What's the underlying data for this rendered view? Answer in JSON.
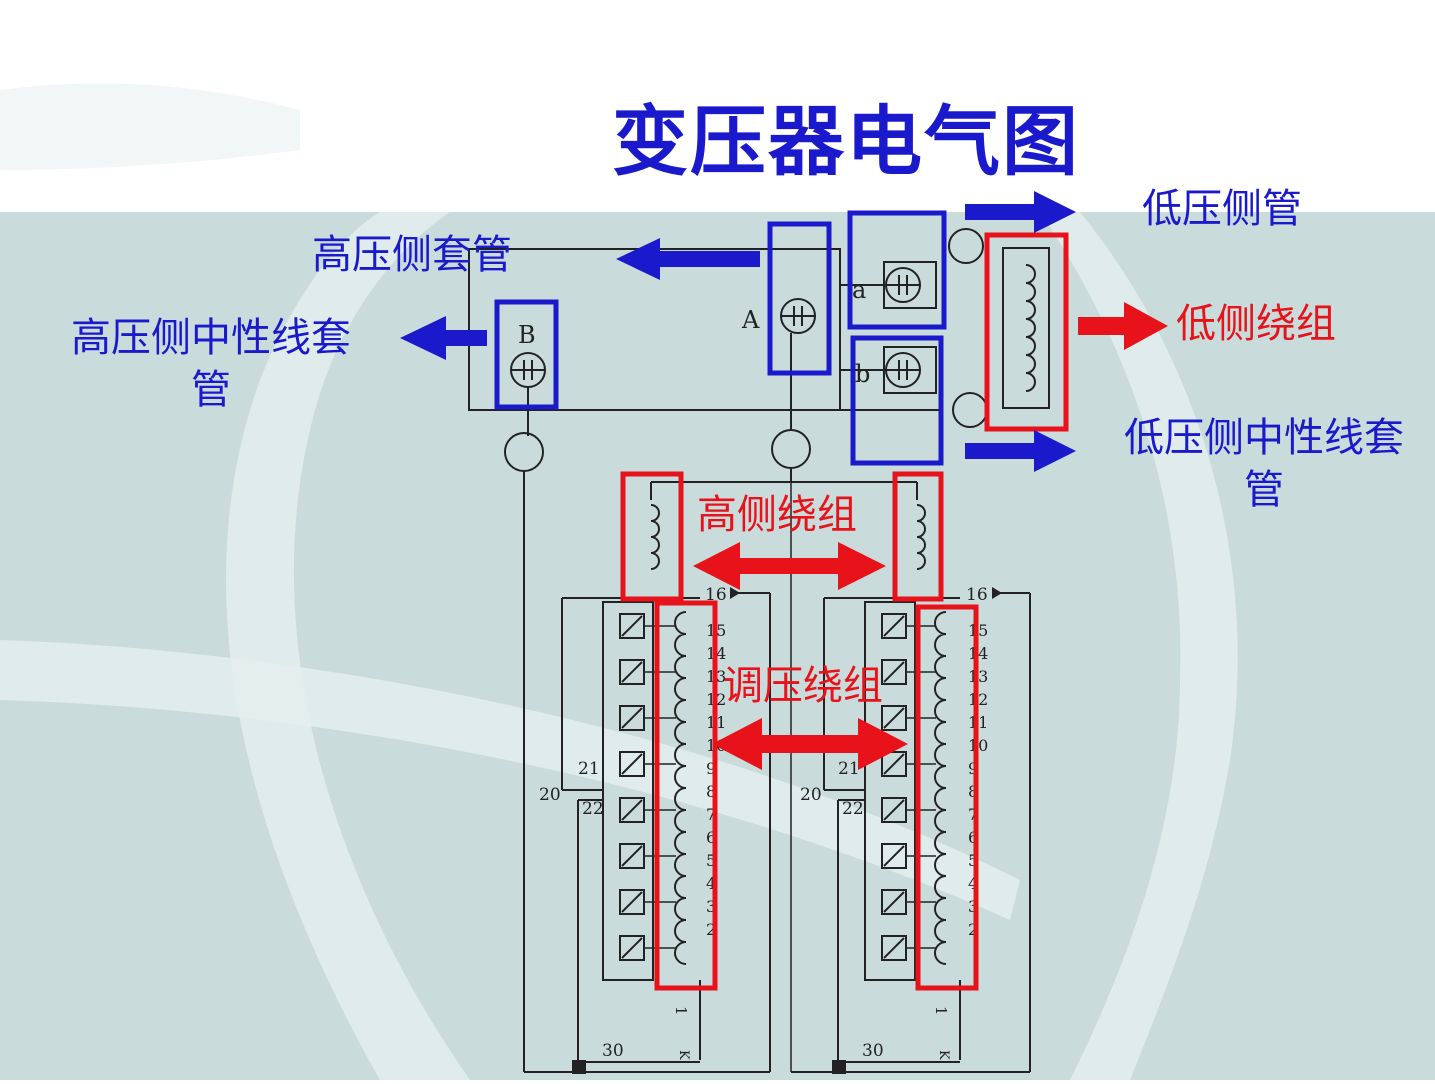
{
  "title": "变压器电气图",
  "labels": {
    "hv_bushing": "高压侧套管",
    "hv_neutral_line1": "高压侧中性线套",
    "hv_neutral_line2": "管",
    "lv_bushing": "低压侧管",
    "lv_winding": "低侧绕组",
    "lv_neutral_line1": "低压侧中性线套",
    "lv_neutral_line2": "管",
    "hv_winding": "高侧绕组",
    "reg_winding": "调压绕组"
  },
  "schematic": {
    "terminals": {
      "A": "A",
      "B": "B",
      "a": "a",
      "b": "b"
    },
    "tap_top": "16",
    "taps": [
      "15",
      "14",
      "13",
      "12",
      "11",
      "10",
      "9",
      "8",
      "7",
      "6",
      "5",
      "4",
      "3",
      "2"
    ],
    "tap_bottom": "1",
    "terminal_20": "20",
    "terminal_21": "21",
    "terminal_22": "22",
    "terminal_30": "30",
    "terminal_k": "K"
  },
  "colors": {
    "blue": "#1a1acc",
    "red": "#e8121b",
    "background": "#c9dcdb",
    "line": "#222222"
  }
}
